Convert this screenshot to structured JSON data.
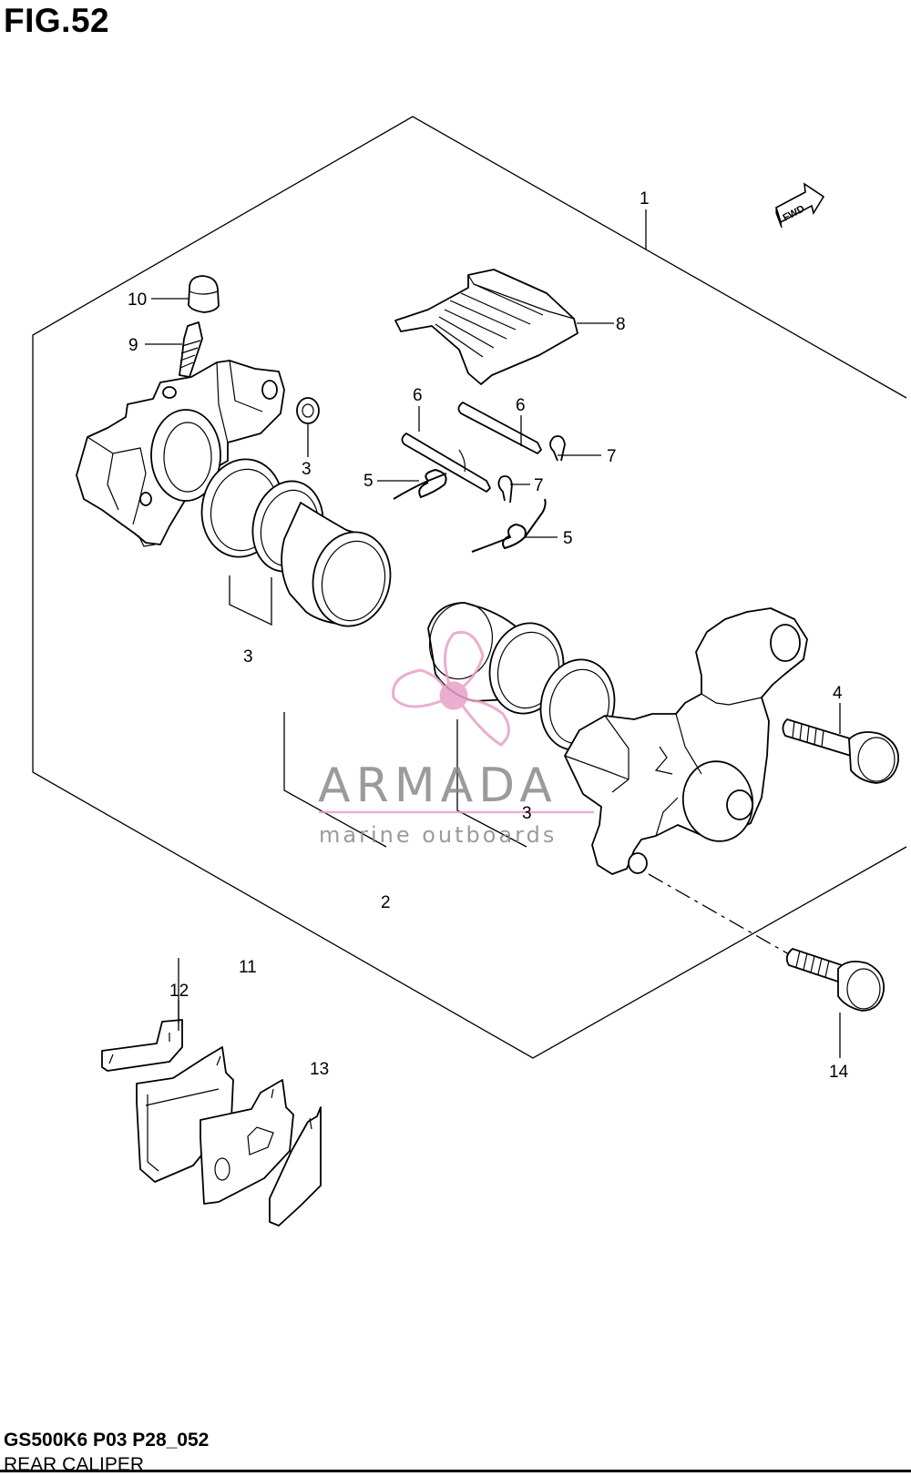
{
  "header": {
    "figure": "FIG.52"
  },
  "footer": {
    "code": "GS500K6 P03 P28_052",
    "title": "REAR CALIPER"
  },
  "fwd_label": "FWD",
  "watermark": {
    "brand": "ARMADA",
    "tagline": "marine outboards",
    "color": "#e8a0c8"
  },
  "callouts": {
    "c1": "1",
    "c2": "2",
    "c3a": "3",
    "c3b": "3",
    "c3c": "3",
    "c4": "4",
    "c5a": "5",
    "c5b": "5",
    "c6a": "6",
    "c6b": "6",
    "c7a": "7",
    "c7b": "7",
    "c8": "8",
    "c9": "9",
    "c10": "10",
    "c11": "11",
    "c12": "12",
    "c13": "13",
    "c14": "14"
  }
}
